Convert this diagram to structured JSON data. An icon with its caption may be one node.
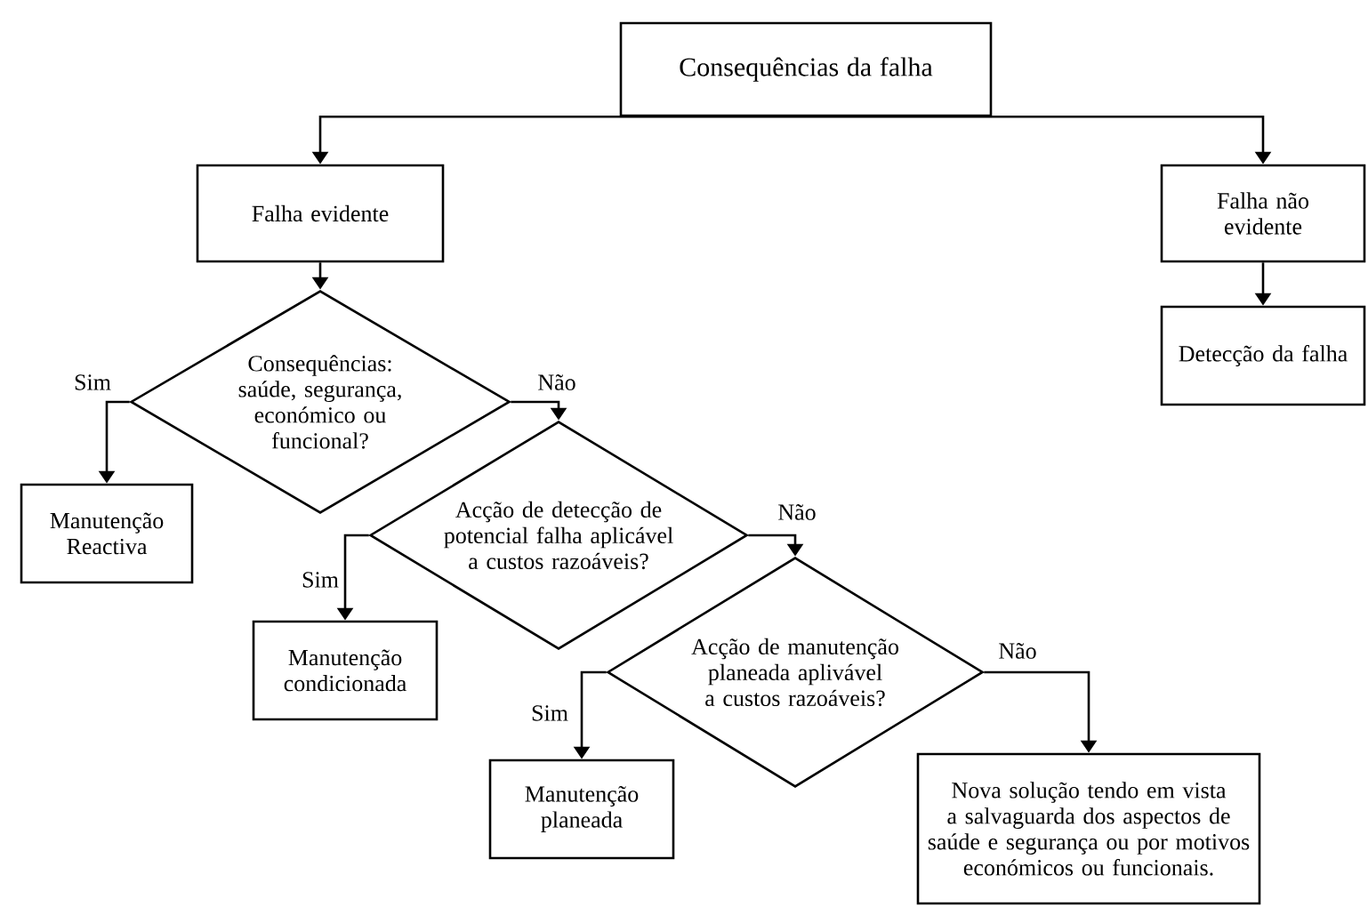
{
  "diagram": {
    "nodes": [
      {
        "text": [
          "Consequências da falha"
        ]
      },
      {
        "text": [
          "Falha evidente"
        ]
      },
      {
        "text": [
          "Falha não evidente"
        ]
      },
      {
        "text": [
          "Detecção da falha"
        ]
      },
      {
        "text": [
          "Consequências: saúde, segurança, económico ou funcional?"
        ]
      },
      {
        "text": [
          "Manutenção Reactiva"
        ]
      },
      {
        "text": [
          "Acção de detecção de potencial falha aplicável a custos razoáveis?"
        ]
      },
      {
        "text": [
          "Manutenção condicionada"
        ]
      },
      {
        "text": [
          "Acção de manutenção planeada aplivável a custos razoáveis?"
        ]
      },
      {
        "text": [
          "Manutenção planeada"
        ]
      },
      {
        "text": [
          "Nova solução tendo em vista a salvaguarda dos aspectos de saúde e segurança ou por motivos económicos ou funcionais."
        ]
      }
    ],
    "edges": [
      {
        "from": 0,
        "to": 1,
        "arrow": "to"
      },
      {
        "from": 0,
        "to": 2,
        "arrow": "to"
      },
      {
        "from": 1,
        "to": 4,
        "arrow": "to"
      },
      {
        "from": 2,
        "to": 3,
        "arrow": "to"
      },
      {
        "from": 4,
        "to": 5,
        "arrow": "to",
        "label": "Sim"
      },
      {
        "from": 4,
        "to": 6,
        "arrow": "to",
        "label": "Não"
      },
      {
        "from": 6,
        "to": 7,
        "arrow": "to",
        "label": "Sim"
      },
      {
        "from": 6,
        "to": 8,
        "arrow": "to",
        "label": "Não"
      },
      {
        "from": 8,
        "to": 9,
        "arrow": "to",
        "label": "Sim"
      },
      {
        "from": 8,
        "to": 10,
        "arrow": "to",
        "label": "Não"
      }
    ]
  }
}
